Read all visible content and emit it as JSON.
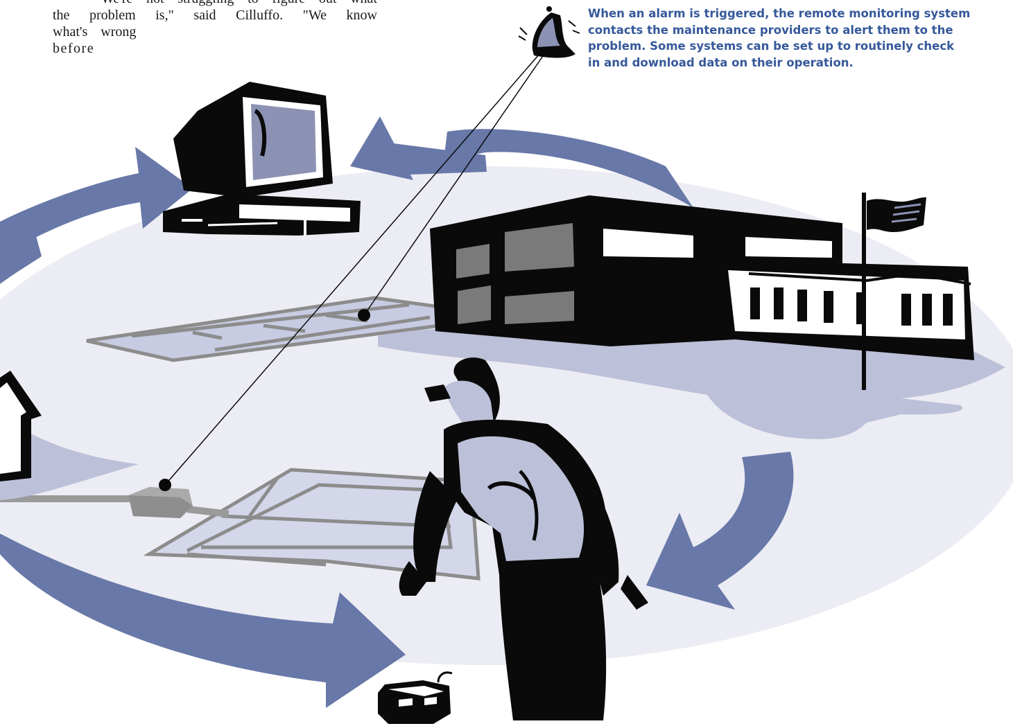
{
  "body_text": {
    "lines": [
      "We're not struggling to figure out what",
      "the problem is,\" said Cilluffo. \"We know",
      "what's wrong",
      "before"
    ]
  },
  "caption": {
    "lines": [
      "When an alarm is triggered, the remote monitoring system",
      "contacts the maintenance providers to alert them to the",
      "problem. Some systems can be set up to routinely check",
      "in and download data on their operation."
    ]
  },
  "colors": {
    "arrow": "#6878a8",
    "ground": "#bcc0d8",
    "caption": "#36599a",
    "ink": "#0a0a0a"
  },
  "icons": [
    "alarm-bell-icon",
    "computer-icon",
    "school-building-icon",
    "flag-icon",
    "house-icon",
    "technician-figure",
    "telephone-icon",
    "sprinkler-controller-box"
  ]
}
